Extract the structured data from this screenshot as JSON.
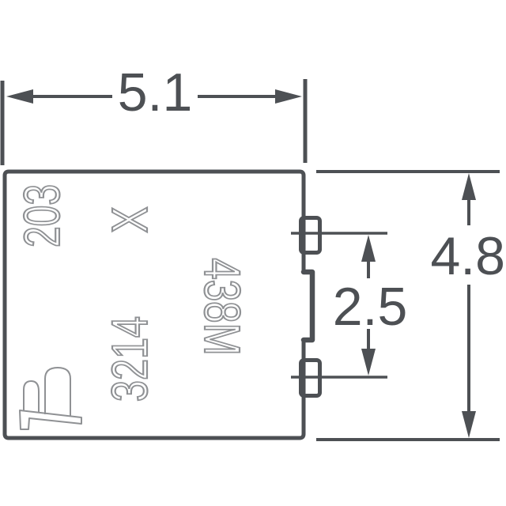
{
  "drawing": {
    "kind": "component-outline-dimension-drawing",
    "dimensions": {
      "body_width": "5.1",
      "body_height": "4.8",
      "pin_pitch": "2.5"
    },
    "markings": {
      "resistance_code": "203",
      "multiplier_mark": "X",
      "series_code": "3214",
      "date_code": "438M"
    },
    "icons": {
      "manufacturer_logo": "bourns-b-logo"
    },
    "colors": {
      "line": "#4d5054",
      "marking_outline": "#8f9194",
      "background": "#ffffff"
    }
  }
}
